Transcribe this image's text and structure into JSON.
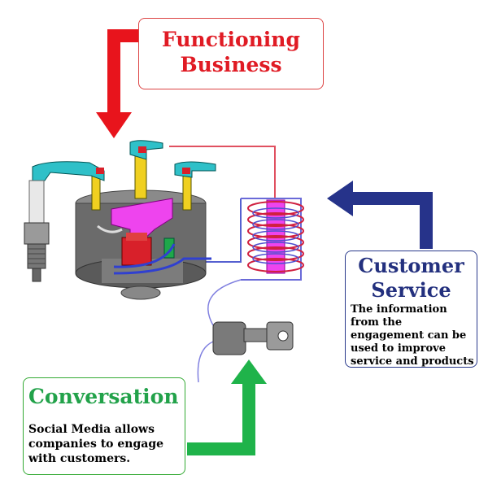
{
  "functioning_business": {
    "title": "Functioning\nBusiness"
  },
  "customer_service": {
    "title": "Customer\nService",
    "body": "The information from the engagement can be used to improve service and products"
  },
  "conversation": {
    "title": "Conversation",
    "body": "Social Media allows companies to engage with customers."
  },
  "colors": {
    "red_arrow": "#e8141c",
    "blue_arrow": "#26338a",
    "green_arrow": "#1fb34a"
  }
}
